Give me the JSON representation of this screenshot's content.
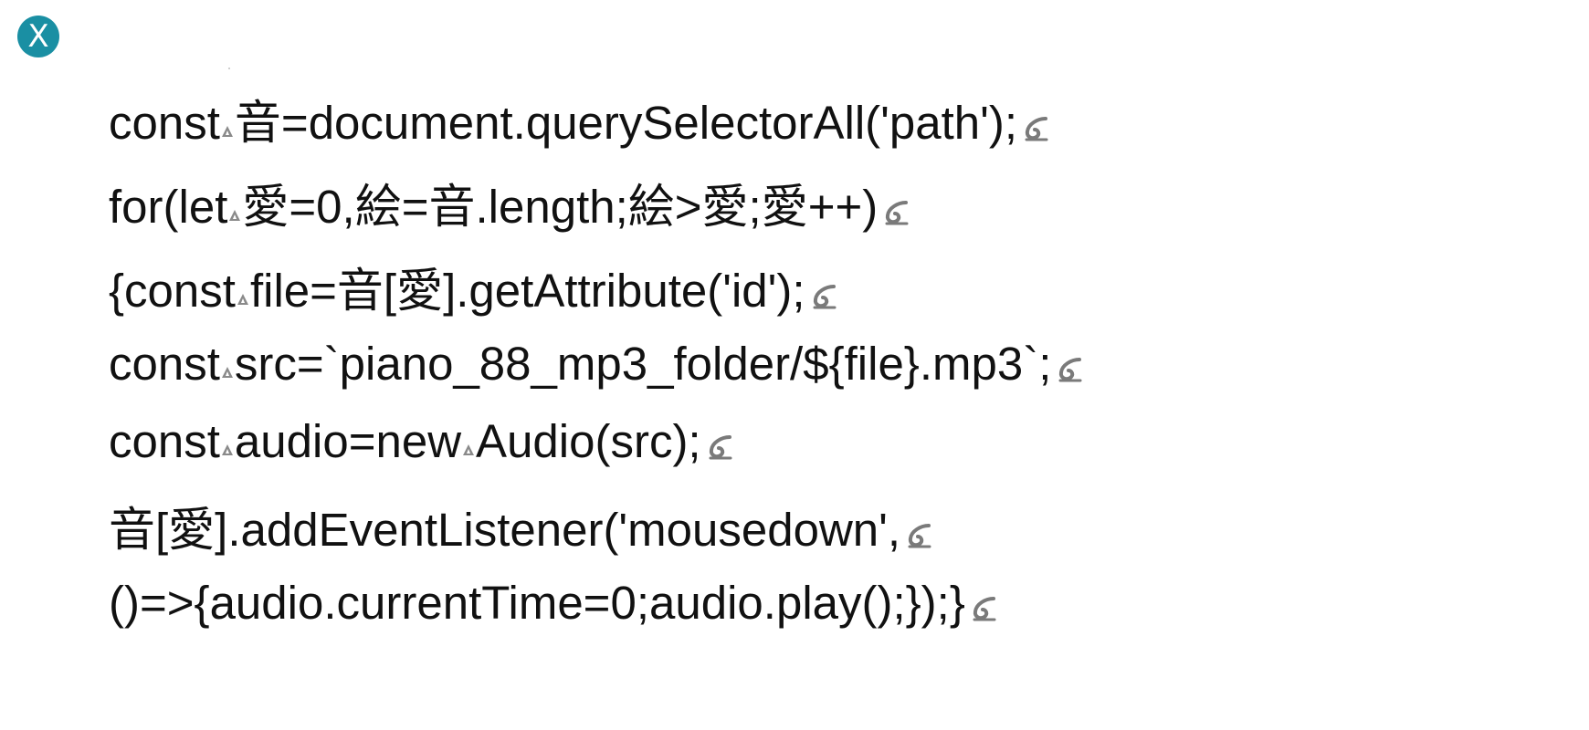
{
  "close_button": {
    "icon": "close-icon",
    "label": "X",
    "color": "#1a8fa3"
  },
  "code_lines": [
    {
      "segments": [
        "const",
        "音=document.querySelectorAll('path');"
      ]
    },
    {
      "segments": [
        "for(let",
        "愛=0,絵=音.length;絵>愛;愛++)"
      ]
    },
    {
      "segments": [
        "{const",
        "file=音[愛].getAttribute('id');"
      ]
    },
    {
      "segments": [
        "const",
        "src=`piano_88_mp3_folder/${file}.mp3`;"
      ]
    },
    {
      "segments": [
        "const",
        "audio=new",
        "Audio(src);"
      ]
    },
    {
      "segments": [
        "音[愛].addEventListener('mousedown',"
      ]
    },
    {
      "segments": [
        "()=>{audio.currentTime=0;audio.play();});}"
      ]
    }
  ],
  "marks": {
    "space_mark_icon": "space-mark-icon",
    "return_mark_icon": "paragraph-return-icon"
  }
}
